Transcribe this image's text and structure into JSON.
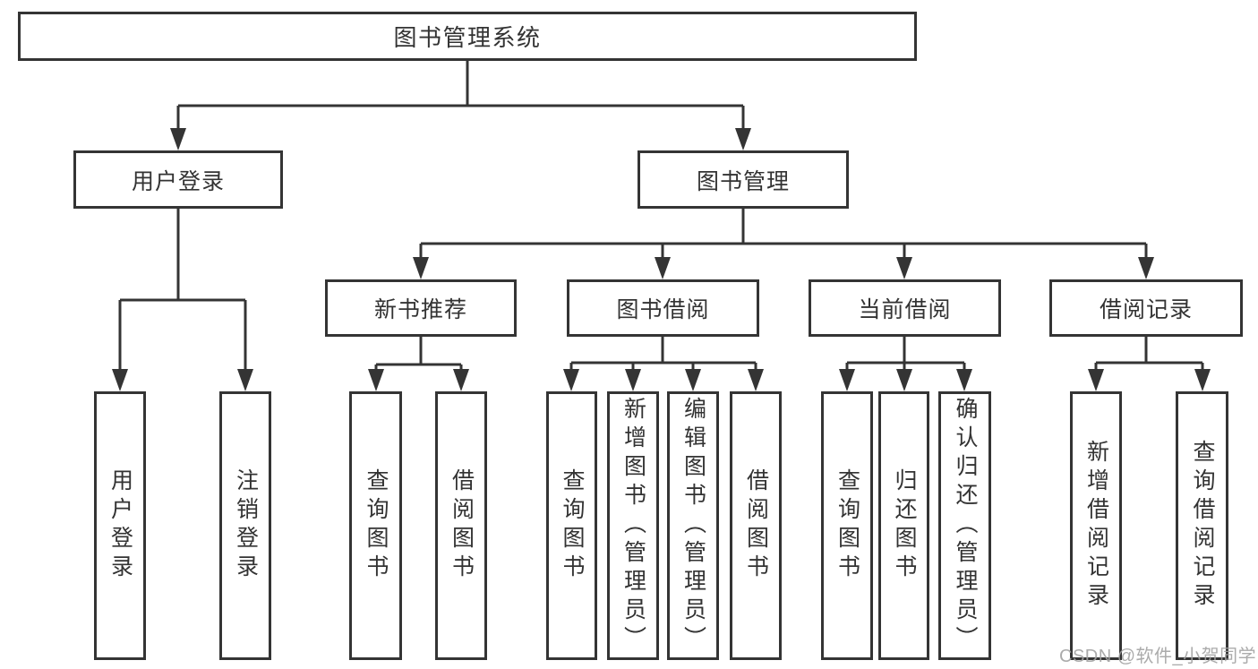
{
  "diagram": {
    "type": "hierarchy-tree",
    "title": "图书管理系统",
    "colors": {
      "line": "#343434",
      "border": "#343434",
      "text": "#333333",
      "background": "#ffffff",
      "watermark": "#a2a2a2"
    },
    "root": {
      "label": "图书管理系统"
    },
    "level2": [
      {
        "label": "用户登录",
        "parent": "图书管理系统"
      },
      {
        "label": "图书管理",
        "parent": "图书管理系统"
      }
    ],
    "level3": [
      {
        "label": "新书推荐",
        "parent": "图书管理"
      },
      {
        "label": "图书借阅",
        "parent": "图书管理"
      },
      {
        "label": "当前借阅",
        "parent": "图书管理"
      },
      {
        "label": "借阅记录",
        "parent": "图书管理"
      }
    ],
    "leaves": [
      {
        "label": "用户登录",
        "parent": "用户登录"
      },
      {
        "label": "注销登录",
        "parent": "用户登录"
      },
      {
        "label": "查询图书",
        "parent": "新书推荐"
      },
      {
        "label": "借阅图书",
        "parent": "新书推荐"
      },
      {
        "label": "查询图书",
        "parent": "图书借阅"
      },
      {
        "label": "新增图书（管理员）",
        "parent": "图书借阅"
      },
      {
        "label": "编辑图书（管理员）",
        "parent": "图书借阅"
      },
      {
        "label": "借阅图书",
        "parent": "图书借阅"
      },
      {
        "label": "查询图书",
        "parent": "当前借阅"
      },
      {
        "label": "归还图书",
        "parent": "当前借阅"
      },
      {
        "label": "确认归还（管理员）",
        "parent": "当前借阅"
      },
      {
        "label": "新增借阅记录",
        "parent": "借阅记录"
      },
      {
        "label": "查询借阅记录",
        "parent": "借阅记录"
      }
    ],
    "watermark": "CSDN @软件_小贺同学"
  }
}
